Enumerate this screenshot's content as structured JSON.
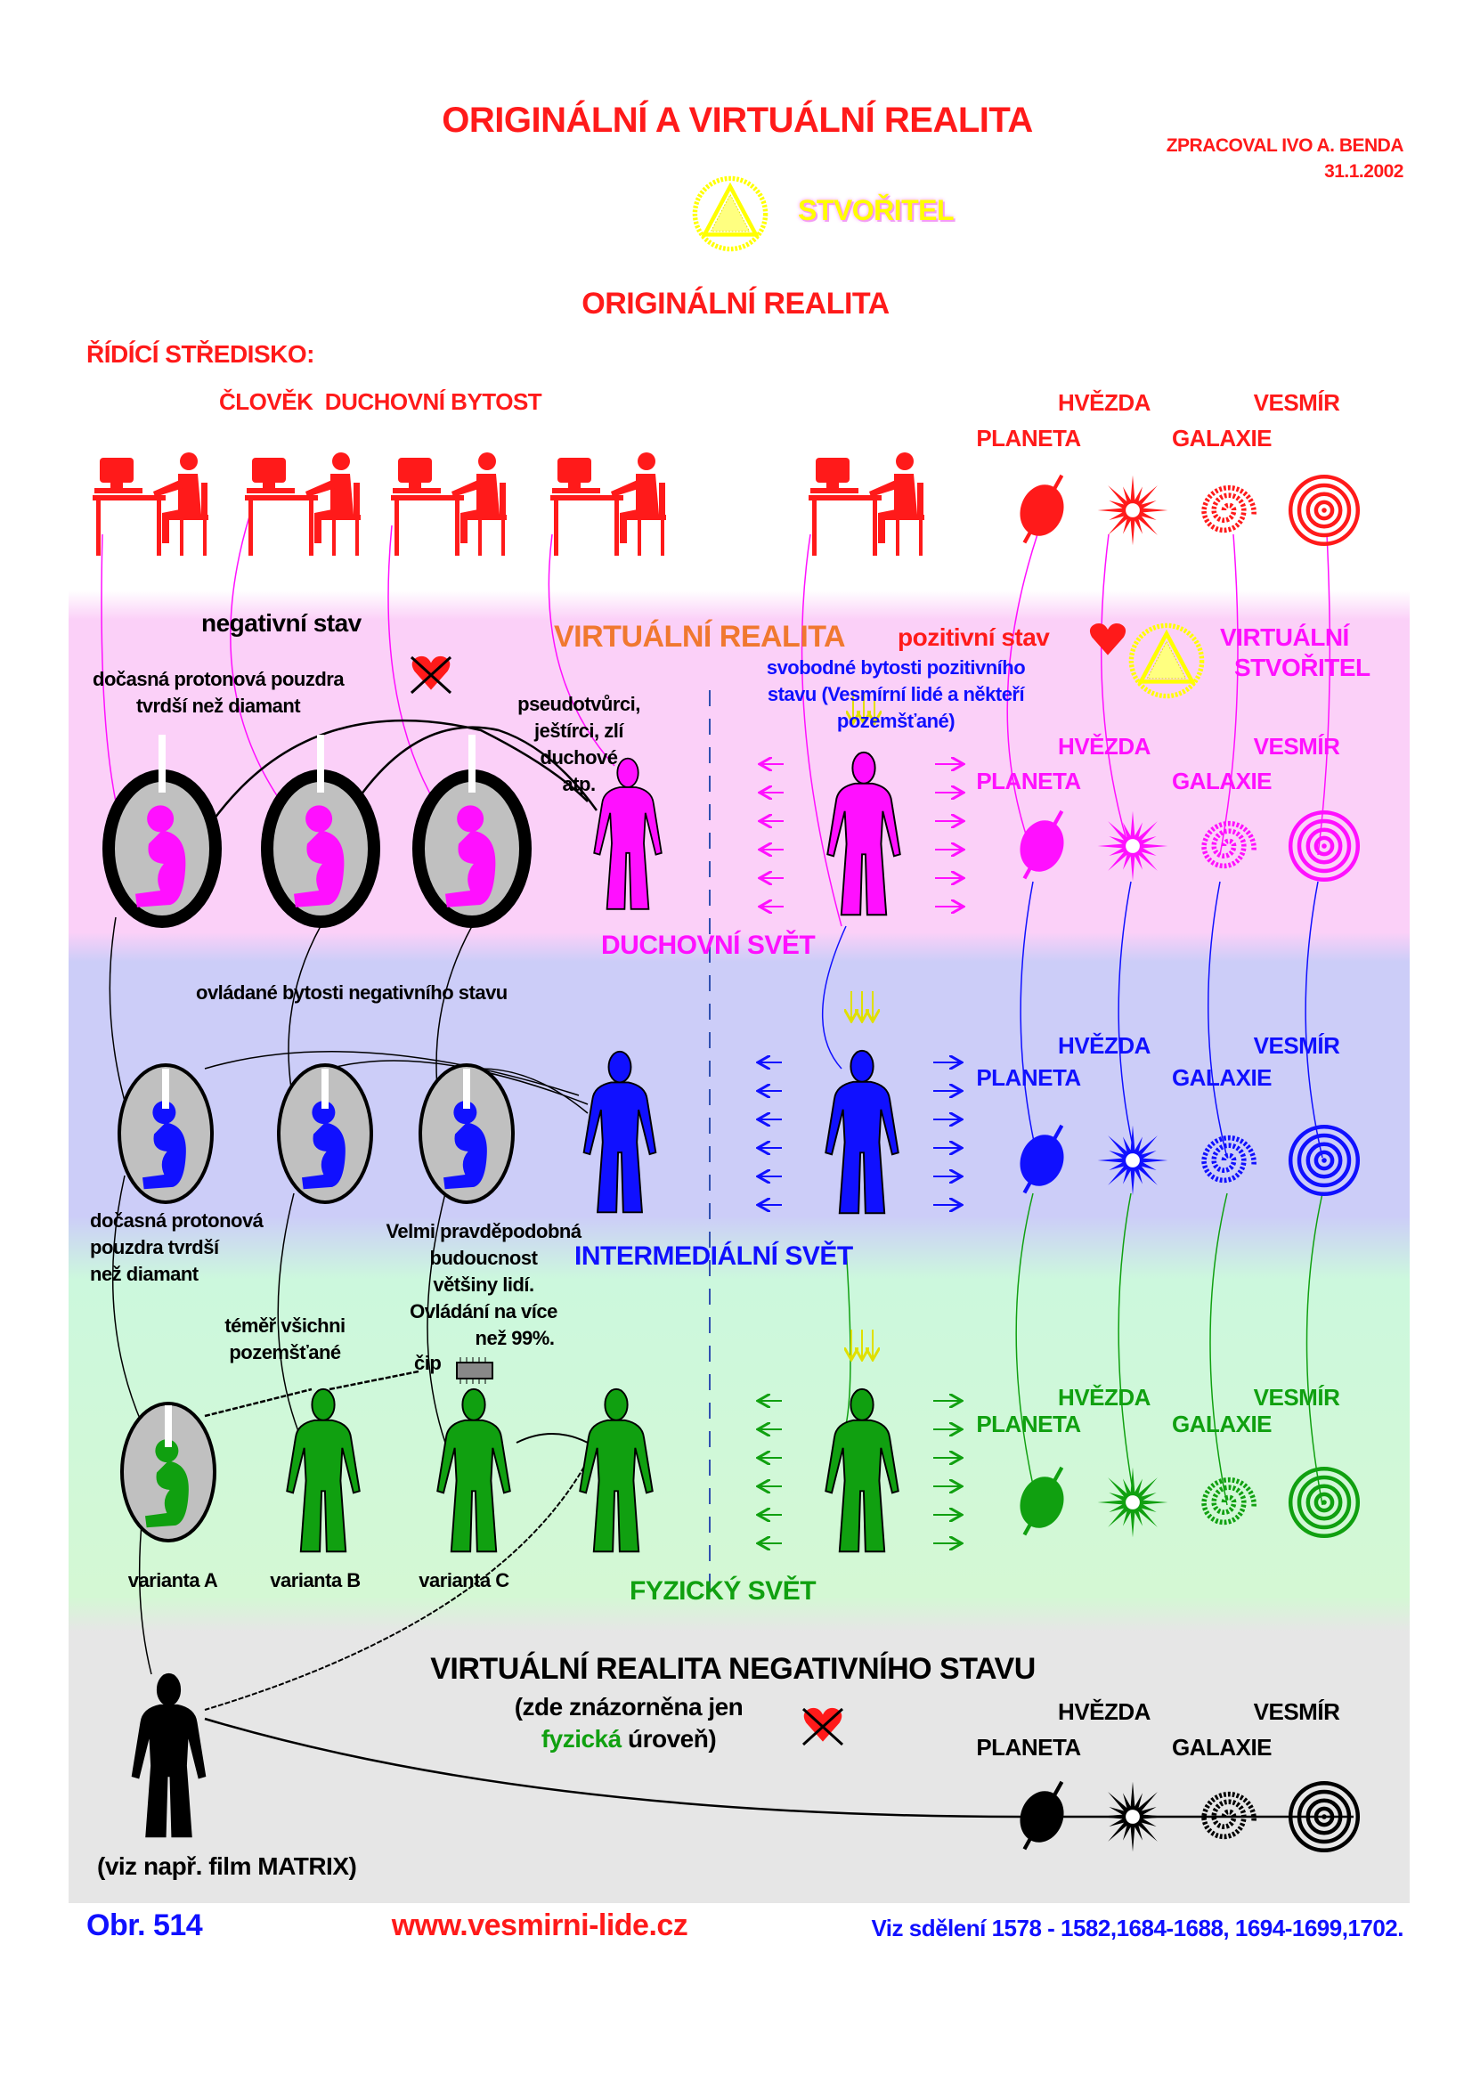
{
  "header": {
    "title": "ORIGINÁLNÍ A VIRTUÁLNÍ REALITA",
    "author": "ZPRACOVAL IVO A. BENDA",
    "date": "31.1.2002",
    "creator": "STVOŘITEL",
    "original_reality": "ORIGINÁLNÍ REALITA",
    "control_center": "ŘÍDÍCÍ STŘEDISKO:",
    "human_spirit": "ČLOVĚK  DUCHOVNÍ BYTOST"
  },
  "cosmos": {
    "planet": "PLANETA",
    "star": "HVĚZDA",
    "galaxy": "GALAXIE",
    "universe": "VESMÍR"
  },
  "spiritual": {
    "negative_state": "negativní stav",
    "virtual_reality": "VIRTUÁLNÍ REALITA",
    "positive_state": "pozitivní stav",
    "virtual_creator_1": "VIRTUÁLNÍ",
    "virtual_creator_2": "STVOŘITEL",
    "free_beings": [
      "svobodné bytosti pozitivního",
      "stavu (Vesmírní lidé a někteří",
      "pozemšťané)"
    ],
    "pods": [
      "dočasná protonová pouzdra",
      "tvrdší než diamant"
    ],
    "pseudo": [
      "pseudotvůrci,",
      "ještírci, zlí",
      "duchové",
      "atp."
    ],
    "world": "DUCHOVNÍ SVĚT"
  },
  "intermediate": {
    "controlled": "ovládané bytosti negativního stavu",
    "pods": [
      "dočasná protonová",
      "pouzdra tvrdší",
      "než diamant"
    ],
    "future": [
      "Velmi pravděpodobná",
      "budoucnost",
      "většiny lidí.",
      "Ovládání na více",
      "než 99%."
    ],
    "world": "INTERMEDIÁLNÍ SVĚT"
  },
  "physical": {
    "almost_all": [
      "téměř všichni",
      "pozemšťané"
    ],
    "chip": "čip",
    "variants": [
      "varianta A",
      "varianta B",
      "varianta C"
    ],
    "world": "FYZICKÝ SVĚT"
  },
  "negative": {
    "title": "VIRTUÁLNÍ REALITA NEGATIVNÍHO STAVU",
    "note_1": "(zde znázorněna jen",
    "note_2a": "fyzická",
    "note_2b": " úroveň)",
    "matrix": "(viz např. film MATRIX)"
  },
  "footer": {
    "figure": "Obr. 514",
    "url": "www.vesmirni-lide.cz",
    "refs": "Viz sdělení 1578 - 1582,1684-1688, 1694-1699,1702."
  },
  "colors": {
    "red": "#ff1a1a",
    "magenta": "#ff10ff",
    "blue": "#1010ff",
    "green": "#10a010",
    "orange": "#f07830",
    "yellow": "#ffff00"
  }
}
